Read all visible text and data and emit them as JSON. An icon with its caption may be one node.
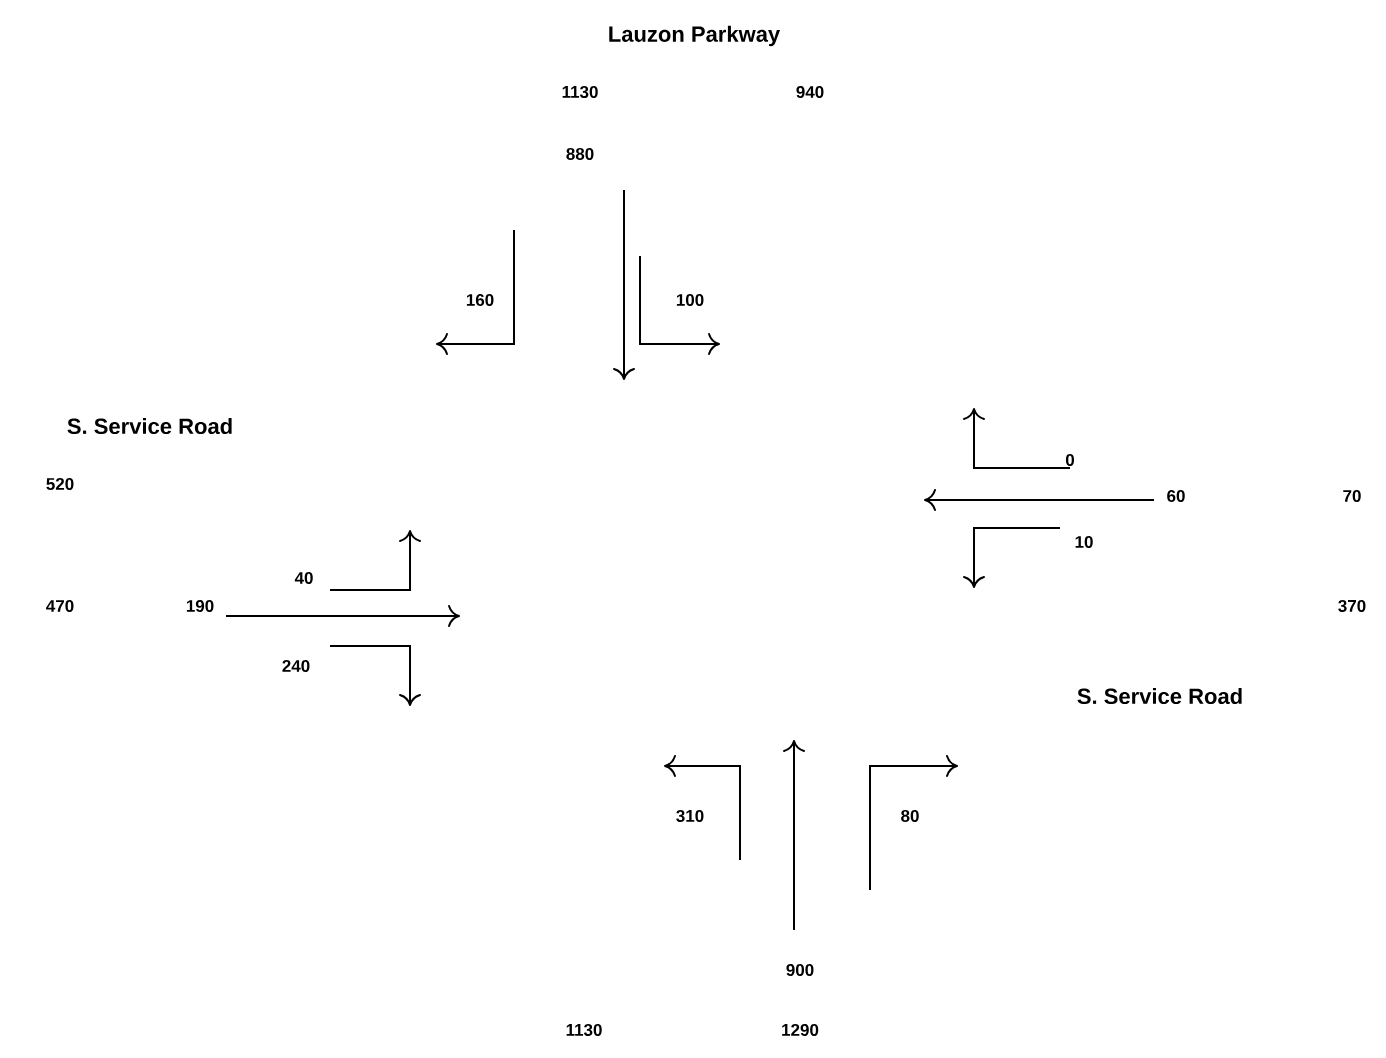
{
  "diagram": {
    "labels": [
      "Lauzon Parkway",
      "1130",
      "940",
      "880",
      "160",
      "100",
      "S. Service Road",
      "520",
      "0",
      "60",
      "70",
      "40",
      "470",
      "190",
      "10",
      "370",
      "240",
      "S. Service Road",
      "310",
      "80",
      "900",
      "1130",
      "1290"
    ]
  }
}
